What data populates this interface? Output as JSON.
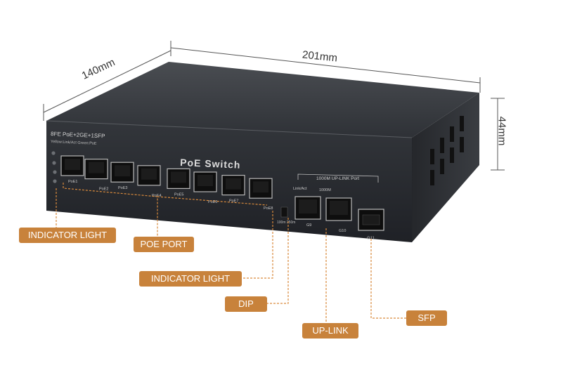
{
  "dimensions": {
    "depth": "140mm",
    "width": "201mm",
    "height": "44mm"
  },
  "device": {
    "model_label": "8FE PoE+2GE+1SFP",
    "led_legend": "Yellow:Link/Act  Green:PoE",
    "brand_title": "PoE Switch",
    "poe_ports": [
      "PoE1",
      "PoE2",
      "PoE3",
      "PoE4",
      "PoE5",
      "PoE6",
      "PoE7",
      "PoE8"
    ],
    "uplink_title": "1000M UP-LINK Port",
    "link_act_label": "Link/Act",
    "speed_label": "1000M",
    "uplink_ports": [
      "G9",
      "G10"
    ],
    "sfp_port": "G11",
    "dip_label": "100m 250m"
  },
  "callouts": {
    "indicator_light_1": "INDICATOR LIGHT",
    "poe_port": "POE PORT",
    "indicator_light_2": "INDICATOR LIGHT",
    "dip": "DIP",
    "up_link": "UP-LINK",
    "sfp": "SFP"
  },
  "colors": {
    "callout_bg": "#c8823b",
    "leader_line": "#d98a3c",
    "chassis_front": "#2b2e33",
    "chassis_top": "#3a3d42"
  }
}
